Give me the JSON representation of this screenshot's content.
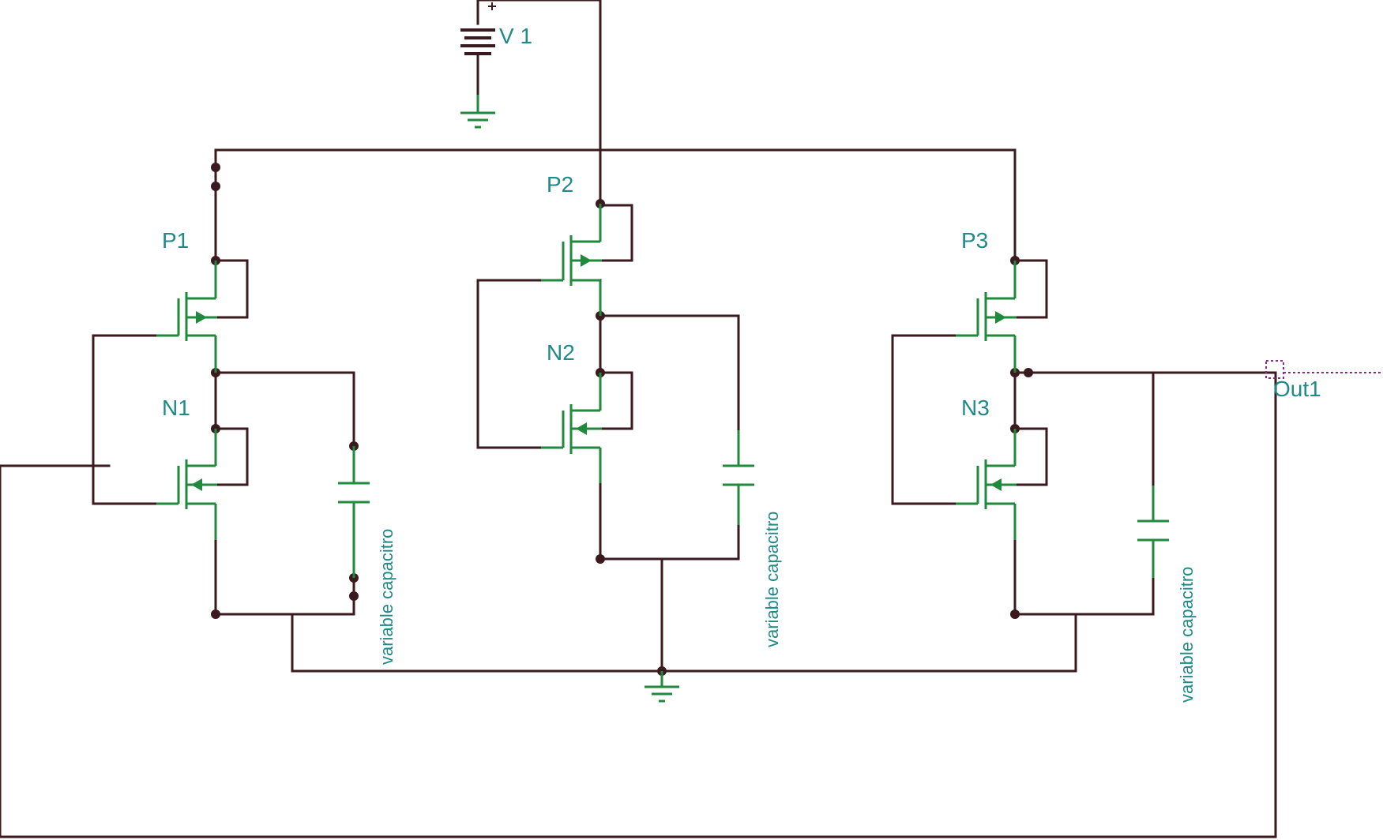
{
  "diagram": {
    "source": {
      "label": "V 1",
      "plus_sign": "+"
    },
    "transistors": [
      {
        "id": "p1",
        "label": "P1",
        "kind": "pmos"
      },
      {
        "id": "n1",
        "label": "N1",
        "kind": "nmos"
      },
      {
        "id": "p2",
        "label": "P2",
        "kind": "pmos"
      },
      {
        "id": "n2",
        "label": "N2",
        "kind": "nmos"
      },
      {
        "id": "p3",
        "label": "P3",
        "kind": "pmos"
      },
      {
        "id": "n3",
        "label": "N3",
        "kind": "nmos"
      }
    ],
    "capacitors": [
      {
        "id": "c1",
        "label": "variable capacitro"
      },
      {
        "id": "c2",
        "label": "variable capacitro"
      },
      {
        "id": "c3",
        "label": "variable capacitro"
      }
    ],
    "output_port": {
      "label": "Out1"
    },
    "colors": {
      "wire": "#3a1a1e",
      "device": "#1f8a3c",
      "label": "#1f8a86",
      "port": "#8a2a8a"
    }
  }
}
